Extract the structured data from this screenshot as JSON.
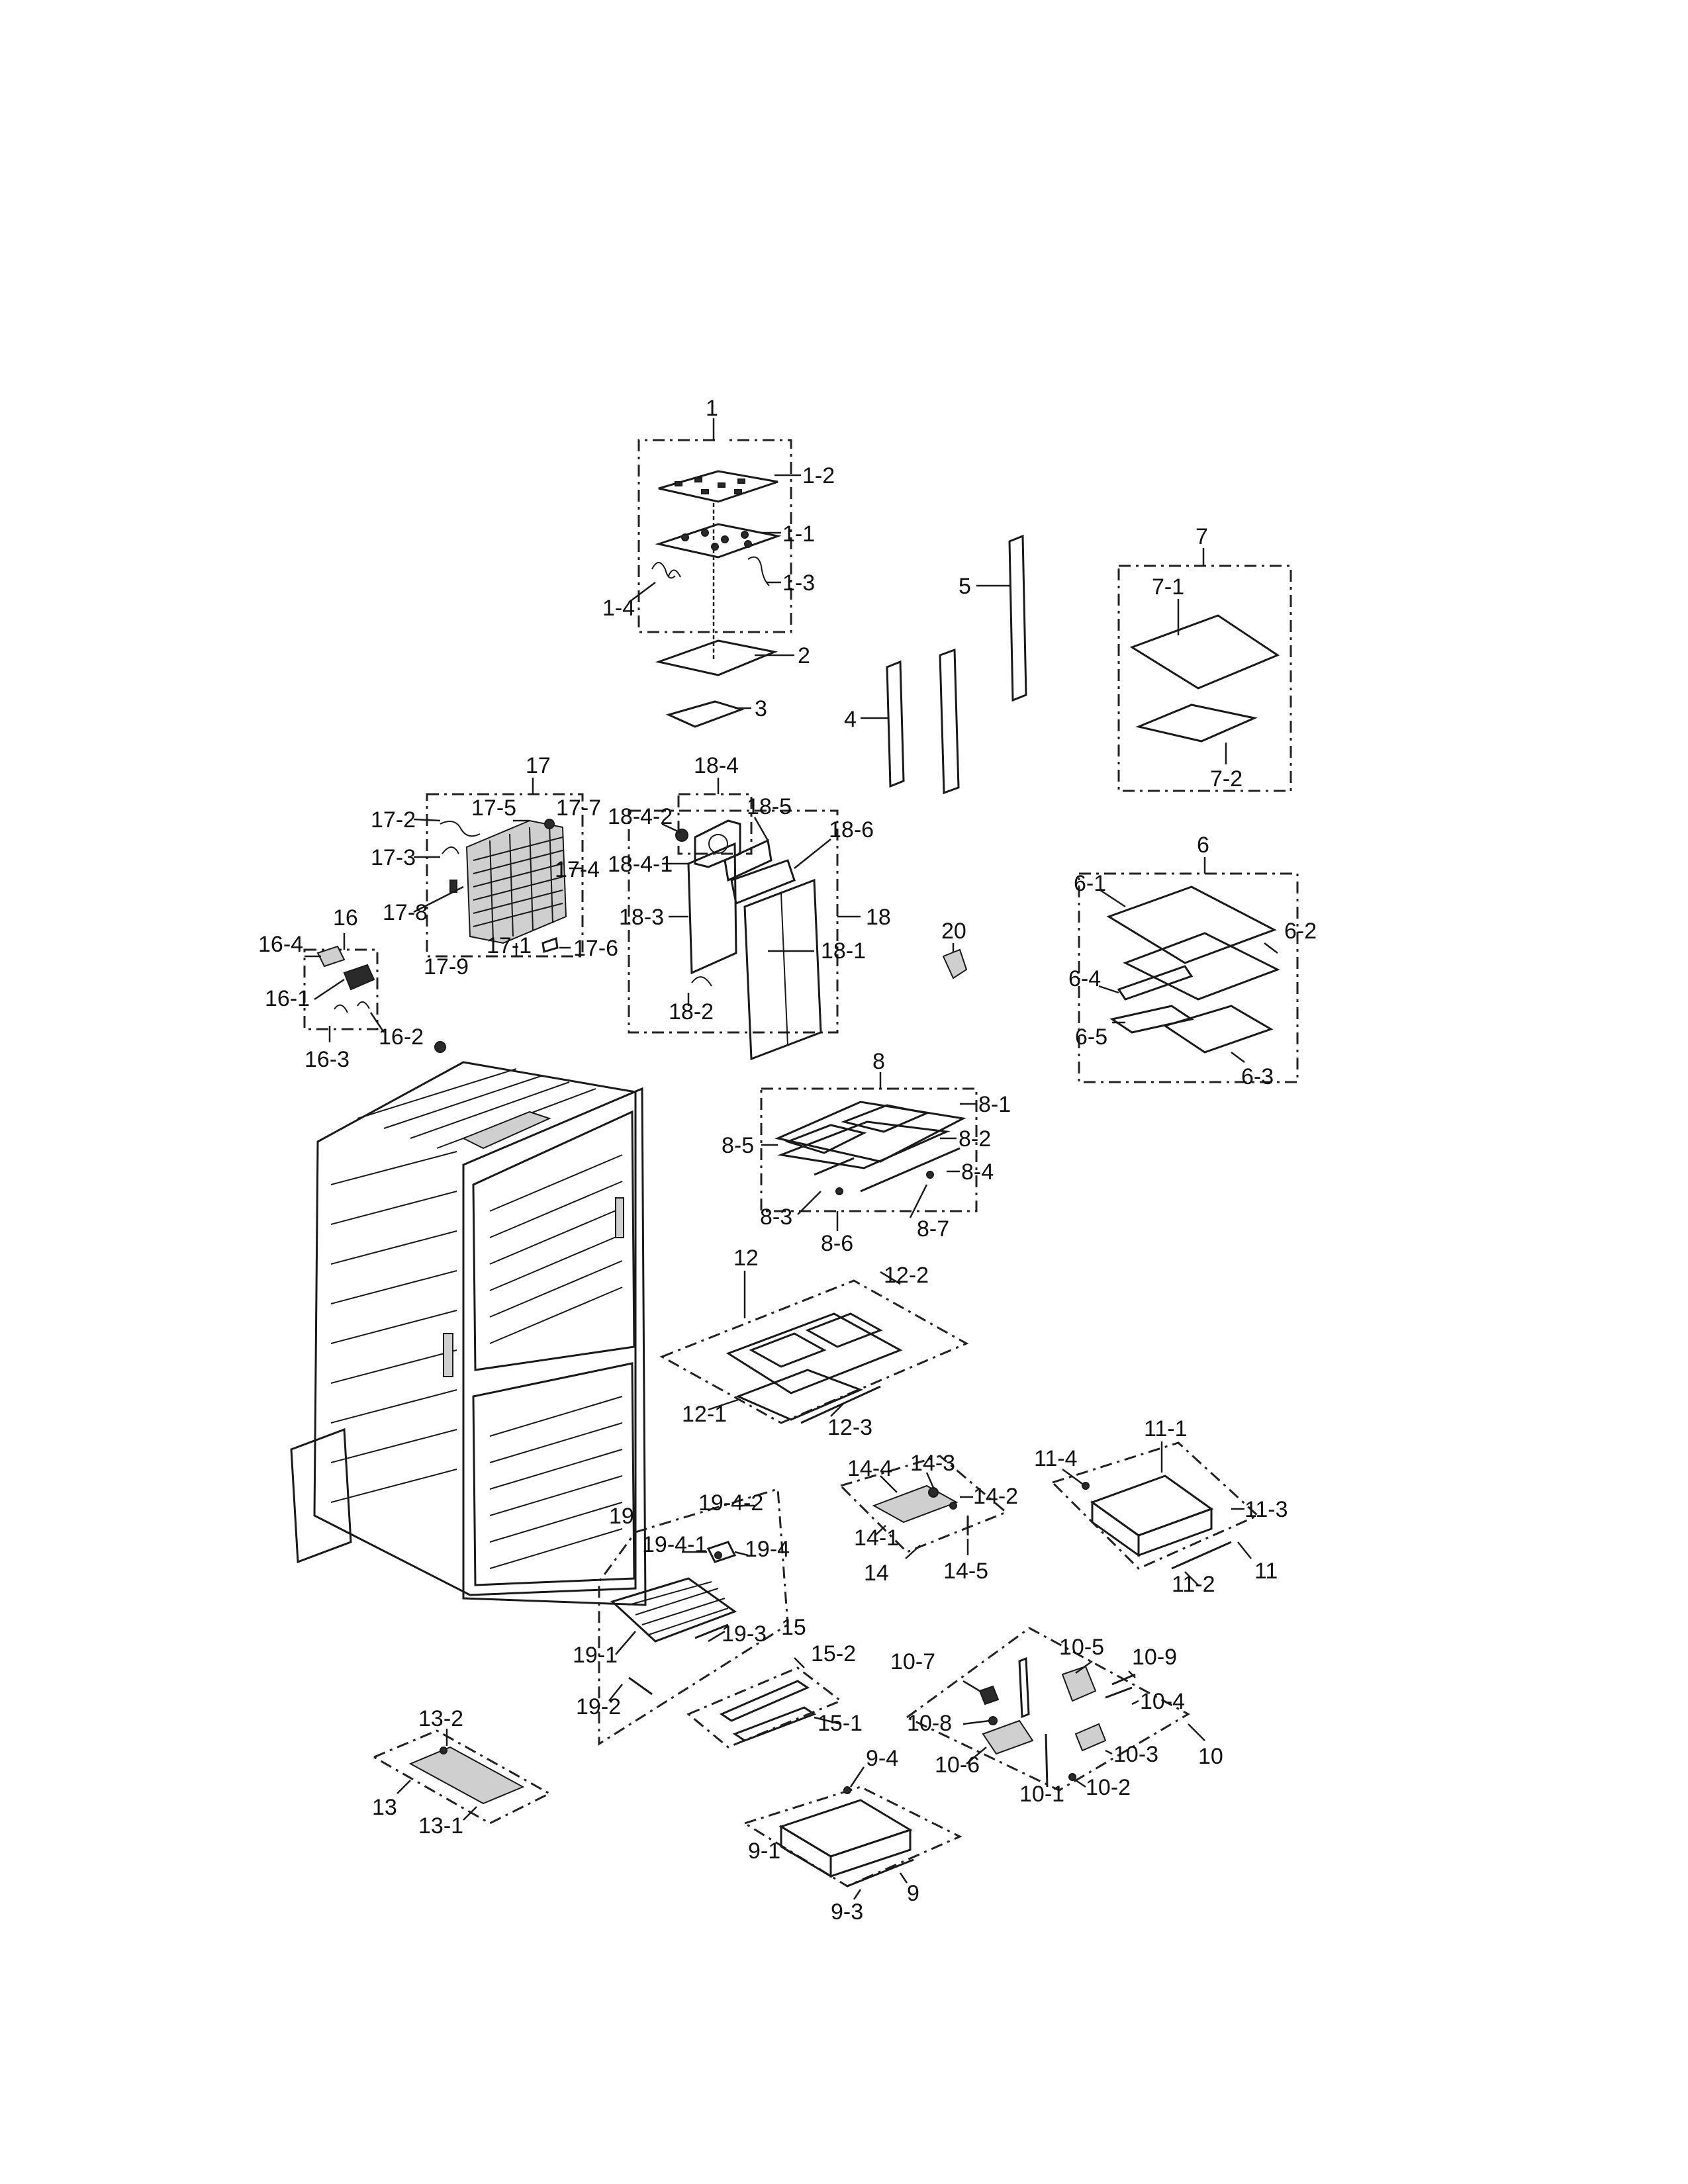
{
  "callouts": [
    "1",
    "1-2",
    "1-1",
    "1-3",
    "1-4",
    "2",
    "3",
    "4",
    "5",
    "7",
    "7-1",
    "7-2",
    "17",
    "17-2",
    "17-5",
    "17-7",
    "17-3",
    "17-4",
    "17-8",
    "17-6",
    "17-9",
    "17-1",
    "18-4",
    "18-4-2",
    "18-5",
    "18-6",
    "18-4-1",
    "18-3",
    "18",
    "18-1",
    "18-2",
    "16",
    "16-4",
    "16-1",
    "16-2",
    "16-3",
    "20",
    "6",
    "6-1",
    "6-2",
    "6-4",
    "6-5",
    "6-3",
    "8",
    "8-1",
    "8-2",
    "8-5",
    "8-4",
    "8-3",
    "8-6",
    "8-7",
    "12",
    "12-2",
    "12-1",
    "12-3",
    "14-4",
    "14-3",
    "14-2",
    "14-1",
    "14",
    "14-5",
    "11-1",
    "11-4",
    "11-3",
    "11",
    "11-2",
    "19-4-2",
    "19",
    "19-4-1",
    "19-4",
    "19-1",
    "19-3",
    "15",
    "15-2",
    "19-2",
    "15-1",
    "10-7",
    "10-5",
    "10-9",
    "10-4",
    "10-8",
    "10-3",
    "10-6",
    "10",
    "10-2",
    "10-1",
    "13-2",
    "13",
    "13-1",
    "9-4",
    "9-1",
    "9",
    "9-3"
  ]
}
